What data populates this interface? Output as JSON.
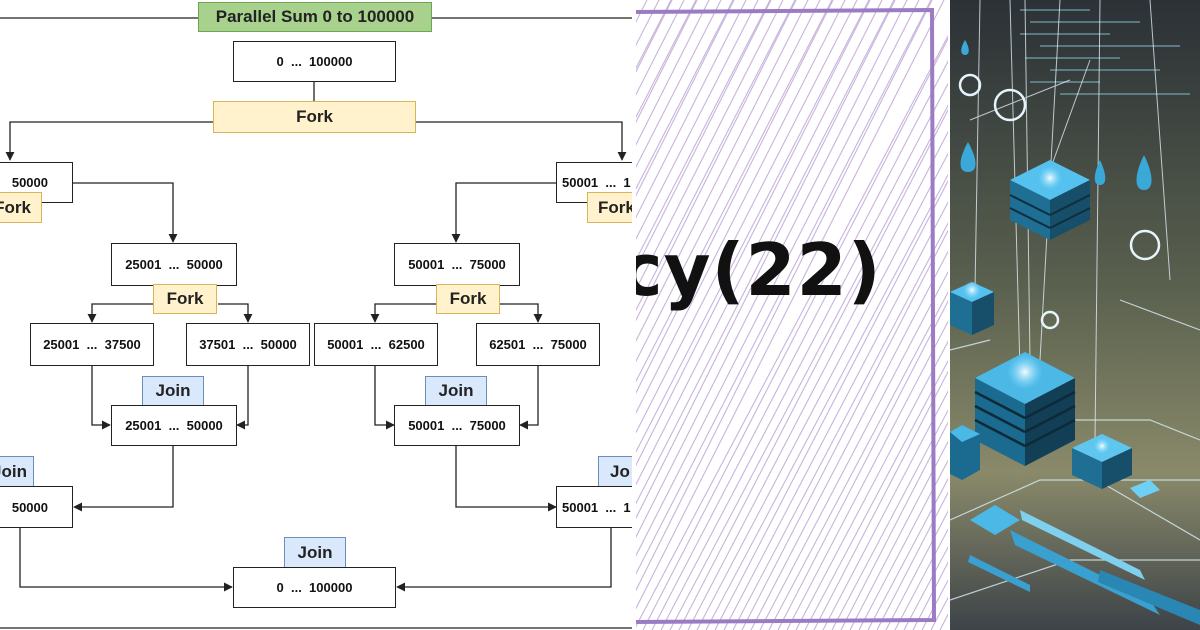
{
  "diagram": {
    "title": "Parallel Sum 0 to 100000",
    "fork_label": "Fork",
    "join_label": "Join",
    "nodes": {
      "root": "0  ...  100000",
      "left_half": "50000",
      "right_half": "50001  ...  1",
      "q2": "25001  ...  50000",
      "q3": "50001  ...  75000",
      "leaf_a": "25001  ...  37500",
      "leaf_b": "37501  ...  50000",
      "leaf_c": "50001  ...  62500",
      "leaf_d": "62501  ...  75000",
      "join_q2": "25001  ...  50000",
      "join_q3": "50001  ...  75000",
      "join_left": "50000",
      "join_right": "50001  ...  1",
      "final": "0  ...  100000"
    },
    "edge_tags": {
      "fork_left_partial": "Fork",
      "fork_right_partial": "Fork",
      "join_left_partial": "Join",
      "join_right_partial": "Jo"
    }
  },
  "banner": {
    "text": "cy(22)"
  },
  "colors": {
    "fork_fill": "#fff2cc",
    "join_fill": "#dae8fc",
    "title_fill": "#a9d18e",
    "hatch_purple": "#c9b3dd",
    "frame_purple": "#9b7cc4",
    "tech_cyan": "#35b6e8"
  }
}
